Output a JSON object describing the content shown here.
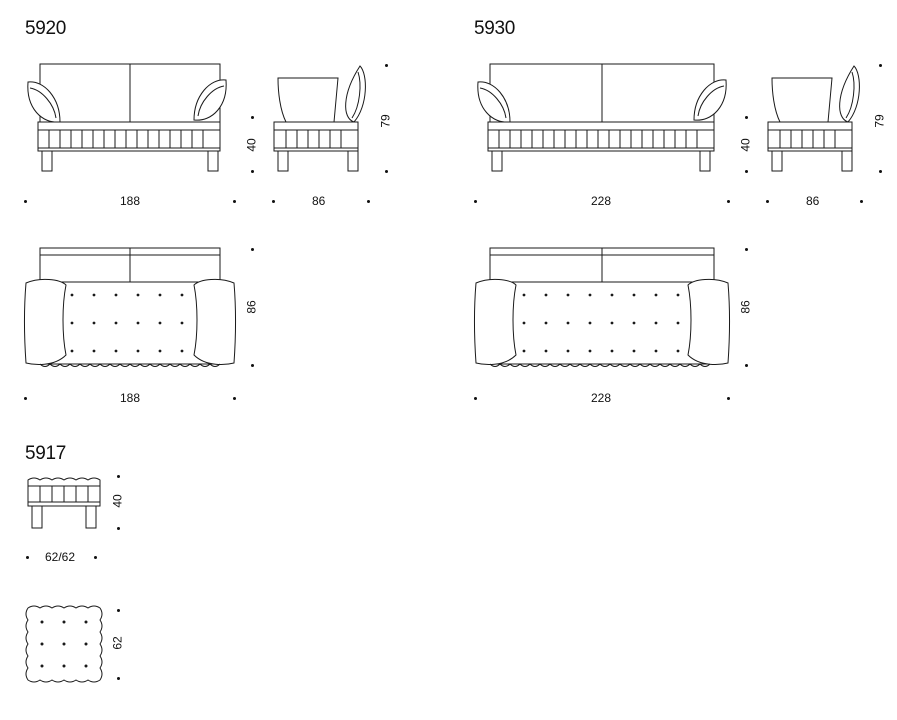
{
  "sheet": {
    "groups": [
      {
        "model": "5920",
        "front_width": "188",
        "side_depth": "86",
        "seat_height": "40",
        "back_height": "79",
        "plan_width": "188",
        "plan_depth": "86"
      },
      {
        "model": "5930",
        "front_width": "228",
        "side_depth": "86",
        "seat_height": "40",
        "back_height": "79",
        "plan_width": "228",
        "plan_depth": "86"
      },
      {
        "model": "5917",
        "front_width": "62/62",
        "seat_height": "40",
        "plan_depth": "62"
      }
    ]
  },
  "drawing_colors": {
    "stroke": "#1a1a1a",
    "fill": "#ffffff"
  },
  "icons": [
    "sofa-front-view-icon",
    "sofa-side-view-icon",
    "sofa-plan-view-icon",
    "pouf-front-view-icon",
    "pouf-plan-view-icon"
  ]
}
